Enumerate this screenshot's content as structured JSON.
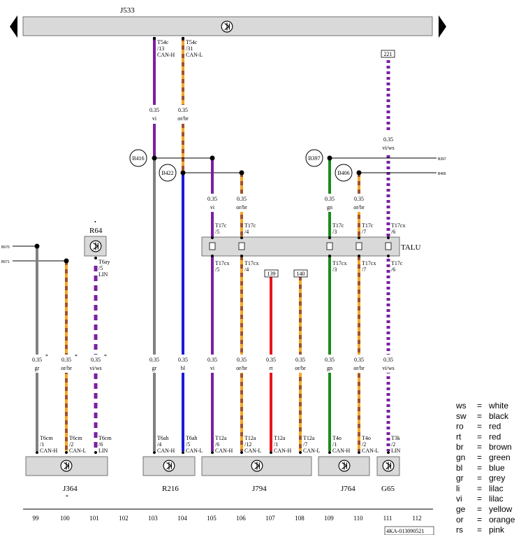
{
  "title": "J533",
  "top_connectors": [
    {
      "name": "T54c",
      "pin": "/13",
      "signal": "CAN-H"
    },
    {
      "name": "T54c",
      "pin": "/31",
      "signal": "CAN-L"
    }
  ],
  "top_wires": [
    {
      "size": "0.35",
      "color": "vi"
    },
    {
      "size": "0.35",
      "color": "or/br"
    },
    {
      "size": "0.35",
      "color": "vi/ws"
    }
  ],
  "ref_221": "221",
  "splices": [
    "B416",
    "B422",
    "B397",
    "B406"
  ],
  "side_refs": [
    "B397",
    "B406",
    "B670",
    "B671"
  ],
  "r64": {
    "label": "R64",
    "pin_name": "T6ay",
    "pin": "/5",
    "signal": "LIN"
  },
  "talu": {
    "label": "TALU",
    "top_pins": [
      {
        "name": "T17c",
        "pin": "/5"
      },
      {
        "name": "T17c",
        "pin": "/4"
      },
      {
        "name": "T17c",
        "pin": "/3"
      },
      {
        "name": "T17c",
        "pin": "/7"
      },
      {
        "name": "T17cx",
        "pin": "/6"
      }
    ],
    "bottom_pins": [
      {
        "name": "T17cx",
        "pin": "/5"
      },
      {
        "name": "T17cx",
        "pin": "/4"
      },
      {
        "name": "T17cx",
        "pin": "/3"
      },
      {
        "name": "T17cx",
        "pin": "/7"
      },
      {
        "name": "T17c",
        "pin": "/6"
      }
    ],
    "mid_wires": [
      {
        "size": "0.35",
        "color": "vi"
      },
      {
        "size": "0.35",
        "color": "or/br"
      },
      {
        "size": "0.35",
        "color": "gn"
      },
      {
        "size": "0.35",
        "color": "or/br"
      }
    ]
  },
  "refs_139_140": [
    "139",
    "140"
  ],
  "lower_wires": [
    {
      "size": "0.35",
      "color": "gr",
      "star": "*"
    },
    {
      "size": "0.35",
      "color": "or/br",
      "star": "*"
    },
    {
      "size": "0.35",
      "color": "vi/ws",
      "star": "*"
    },
    {
      "size": "0.35",
      "color": "gr"
    },
    {
      "size": "0.35",
      "color": "bl"
    },
    {
      "size": "0.35",
      "color": "vi"
    },
    {
      "size": "0.35",
      "color": "or/br"
    },
    {
      "size": "0.35",
      "color": "rt"
    },
    {
      "size": "0.35",
      "color": "or/br"
    },
    {
      "size": "0.35",
      "color": "gn"
    },
    {
      "size": "0.35",
      "color": "or/br"
    },
    {
      "size": "0.35",
      "color": "vi/ws"
    }
  ],
  "bottom_pins": [
    {
      "name": "T6cm",
      "pin": "/1",
      "signal": "CAN-H"
    },
    {
      "name": "T6cm",
      "pin": "/2",
      "signal": "CAN-L"
    },
    {
      "name": "T6cm",
      "pin": "/6",
      "signal": "LIN"
    },
    {
      "name": "T6ah",
      "pin": "/4",
      "signal": "CAN-H"
    },
    {
      "name": "T6ah",
      "pin": "/5",
      "signal": "CAN-L"
    },
    {
      "name": "T12a",
      "pin": "/6",
      "signal": "CAN-H"
    },
    {
      "name": "T12a",
      "pin": "/12",
      "signal": "CAN-L"
    },
    {
      "name": "T12a",
      "pin": "/1",
      "signal": "CAN-H"
    },
    {
      "name": "T12a",
      "pin": "/7",
      "signal": "CAN-L"
    },
    {
      "name": "T4o",
      "pin": "/1",
      "signal": "CAN-H"
    },
    {
      "name": "T4o",
      "pin": "/2",
      "signal": "CAN-L"
    },
    {
      "name": "T3k",
      "pin": "/2",
      "signal": "LIN"
    }
  ],
  "components": [
    {
      "label": "J364",
      "star": "*"
    },
    {
      "label": "R216"
    },
    {
      "label": "J794"
    },
    {
      "label": "J764"
    },
    {
      "label": "G65"
    }
  ],
  "column_numbers": [
    "99",
    "100",
    "101",
    "102",
    "103",
    "104",
    "105",
    "106",
    "107",
    "108",
    "109",
    "110",
    "111",
    "112"
  ],
  "doc_code": "4KA-013090521",
  "legend": [
    {
      "abbr": "ws",
      "eq": "=",
      "meaning": "white"
    },
    {
      "abbr": "sw",
      "eq": "=",
      "meaning": "black"
    },
    {
      "abbr": "ro",
      "eq": "=",
      "meaning": "red"
    },
    {
      "abbr": "rt",
      "eq": "=",
      "meaning": "red"
    },
    {
      "abbr": "br",
      "eq": "=",
      "meaning": "brown"
    },
    {
      "abbr": "gn",
      "eq": "=",
      "meaning": "green"
    },
    {
      "abbr": "bl",
      "eq": "=",
      "meaning": "blue"
    },
    {
      "abbr": "gr",
      "eq": "=",
      "meaning": "grey"
    },
    {
      "abbr": "li",
      "eq": "=",
      "meaning": "lilac"
    },
    {
      "abbr": "vi",
      "eq": "=",
      "meaning": "lilac"
    },
    {
      "abbr": "ge",
      "eq": "=",
      "meaning": "yellow"
    },
    {
      "abbr": "or",
      "eq": "=",
      "meaning": "orange"
    },
    {
      "abbr": "rs",
      "eq": "=",
      "meaning": "pink"
    }
  ],
  "colors": {
    "violet": "#7b1fa2",
    "orange": "#f5a623",
    "brown": "#a0522d",
    "grey": "#808080",
    "blue": "#1a1ad6",
    "green": "#1a8c1a",
    "red": "#e8131a",
    "white": "#ffffff",
    "bar": "#d9d9d9"
  }
}
